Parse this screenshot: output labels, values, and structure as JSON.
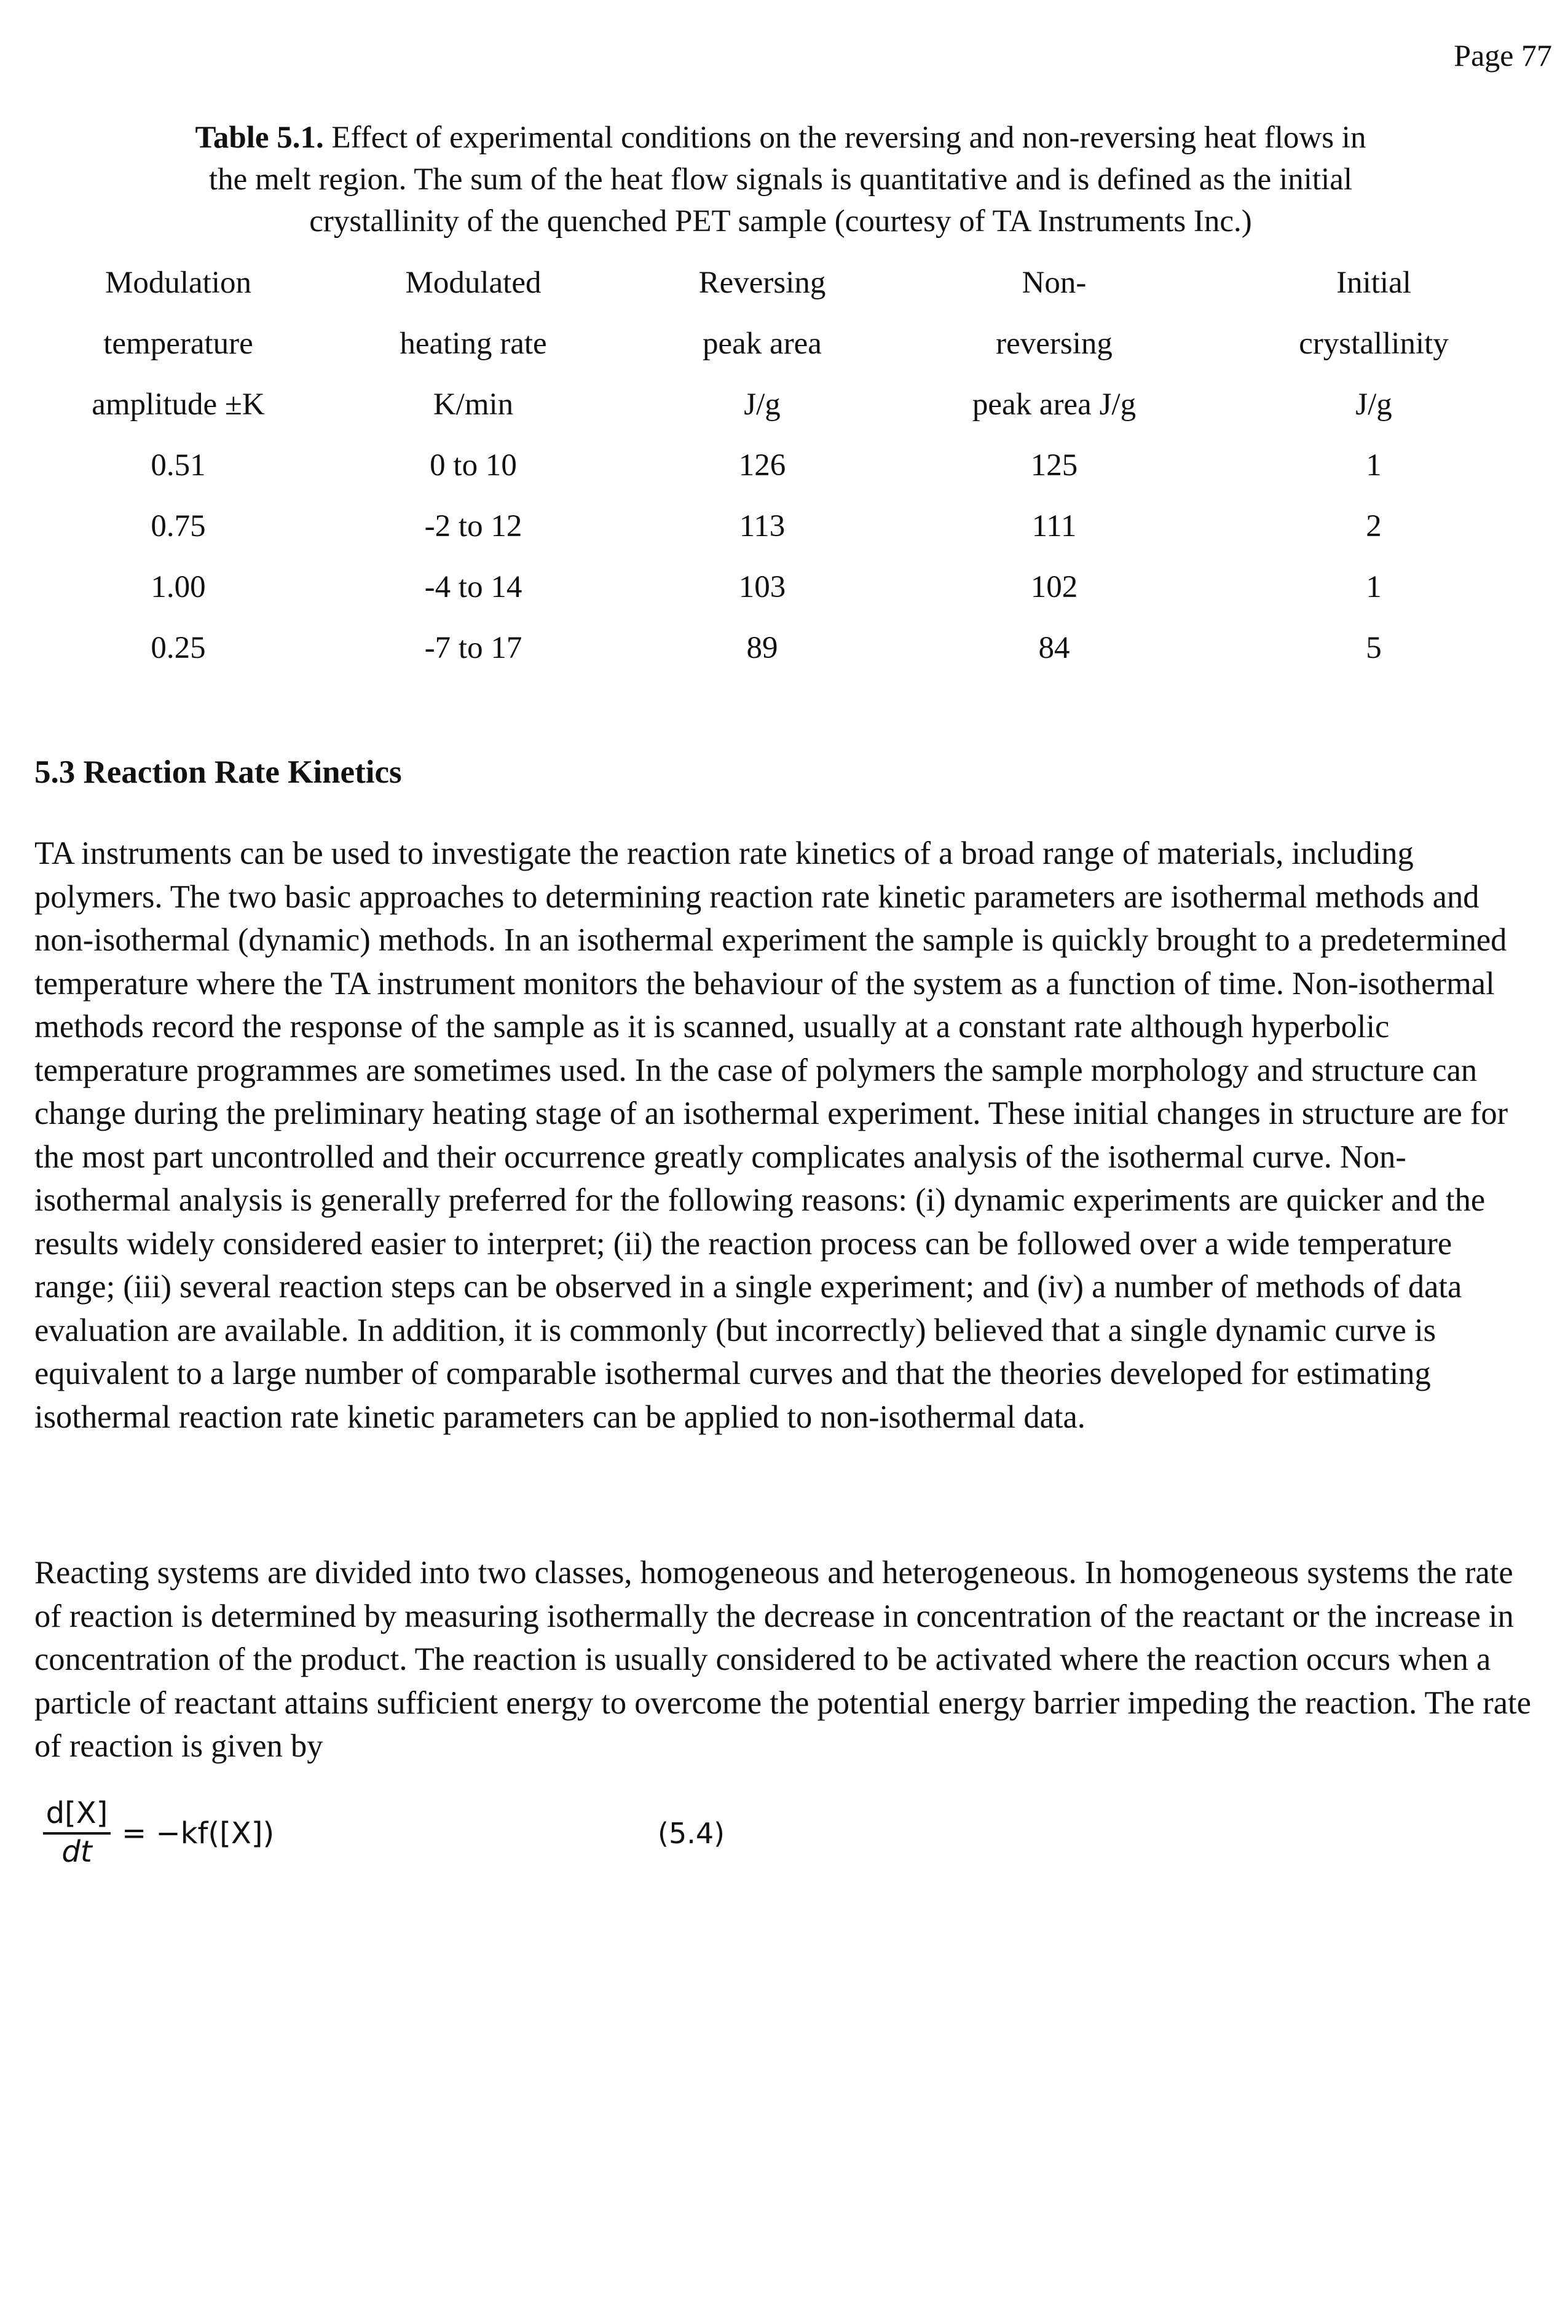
{
  "page_number": "Page 77",
  "table": {
    "caption_label": "Table 5.1.",
    "caption_text": " Effect of experimental conditions on the reversing and non-reversing heat flows in the melt region. The sum of the heat flow signals is quantitative and is defined as the initial crystallinity of the quenched PET sample (courtesy of TA Instruments Inc.)",
    "header_rows": [
      [
        "Modulation",
        "Modulated",
        "Reversing",
        "Non-",
        "Initial"
      ],
      [
        "temperature",
        "heating rate",
        "peak area",
        "reversing",
        "crystallinity"
      ],
      [
        "amplitude ±K",
        "K/min",
        "J/g",
        "peak area J/g",
        "J/g"
      ]
    ],
    "rows": [
      [
        "0.51",
        "0 to 10",
        "126",
        "125",
        "1"
      ],
      [
        "0.75",
        "-2 to 12",
        "113",
        "111",
        "2"
      ],
      [
        "1.00",
        "-4 to 14",
        "103",
        "102",
        "1"
      ],
      [
        "0.25",
        "-7 to 17",
        "89",
        "84",
        "5"
      ]
    ]
  },
  "section_heading": "5.3 Reaction Rate Kinetics",
  "paragraphs": [
    "TA instruments can be used to investigate the reaction rate kinetics of a broad range of materials, including polymers. The two basic approaches to determining reaction rate kinetic parameters are isothermal methods and non-isothermal (dynamic) methods. In an isothermal experiment the sample is quickly brought to a predetermined temperature where the TA instrument monitors the behaviour of the system as a function of time. Non-isothermal methods record the response of the sample as it is scanned, usually at a constant rate although hyperbolic temperature programmes are sometimes used. In the case of polymers the sample morphology and structure can change during the preliminary heating stage of an isothermal experiment. These initial changes in structure are for the most part uncontrolled and their occurrence greatly complicates analysis of the isothermal curve. Non-isothermal analysis is generally preferred for the following reasons: (i) dynamic experiments are quicker and the results widely considered easier to interpret; (ii) the reaction process can be followed over a wide temperature range; (iii) several reaction steps can be observed in a single experiment; and (iv) a number of methods of data evaluation are available. In addition, it is commonly (but incorrectly) believed that a single dynamic curve is equivalent to a large number of comparable isothermal curves and that the theories developed for estimating isothermal reaction rate kinetic parameters can be applied to non-isothermal data.",
    "Reacting systems are divided into two classes, homogeneous and heterogeneous. In homogeneous systems the rate of reaction is determined by measuring isothermally the decrease in concentration of the reactant or the increase in concentration of the product. The reaction is usually considered to be activated where the reaction occurs when a particle of reactant attains sufficient energy to overcome the potential energy barrier impeding the reaction. The rate of reaction is given by"
  ],
  "equation": {
    "numerator": "d[X]",
    "denominator": "dt",
    "rhs": "= −kf([X])",
    "number": "(5.4)"
  }
}
